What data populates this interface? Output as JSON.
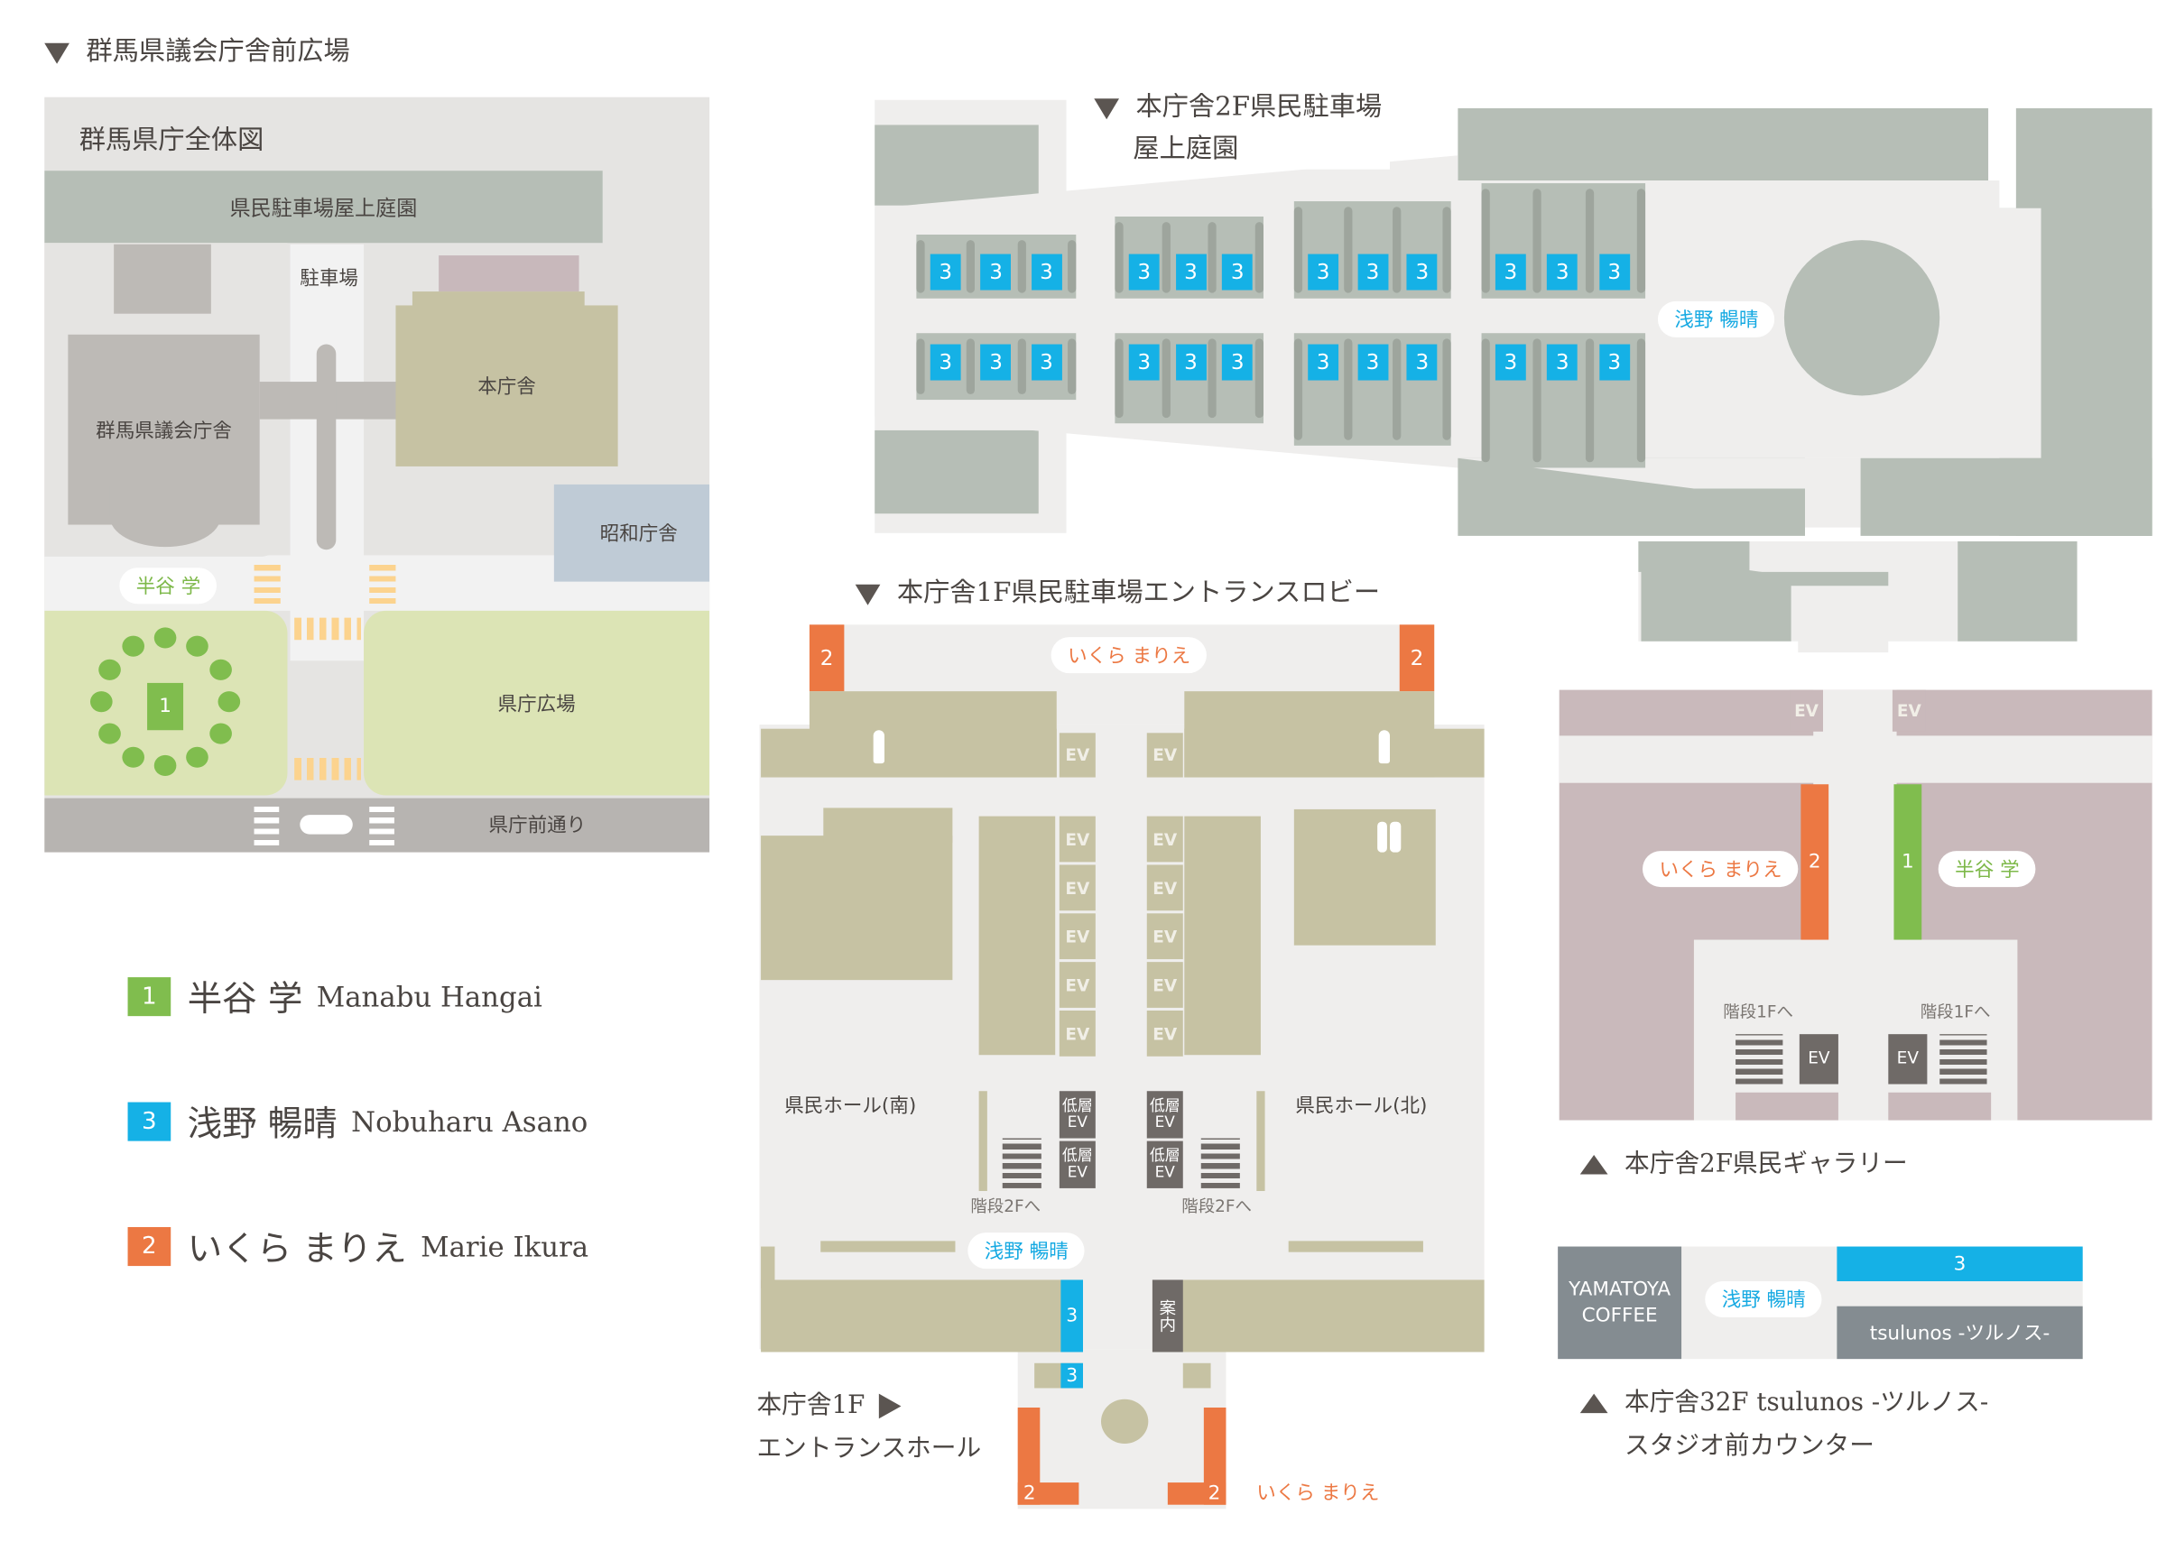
{
  "section_plaza": {
    "title": "群馬県議会庁舎前広場",
    "map_title": "群馬県庁全体図",
    "rooftop": "県民駐車場屋上庭園",
    "parking": "駐車場",
    "main_building": "本庁舎",
    "assembly": "群馬県議会庁舎",
    "showa": "昭和庁舎",
    "plaza": "県庁広場",
    "street": "県庁前通り",
    "artist_pill": "半谷 学",
    "marker": "1"
  },
  "legend": [
    {
      "number": "1",
      "name_ja": "半谷 学",
      "name_en": "Manabu Hangai",
      "color": "#80bd4e"
    },
    {
      "number": "3",
      "name_ja": "浅野 暢晴",
      "name_en": "Nobuharu Asano",
      "color": "#15b1e6"
    },
    {
      "number": "2",
      "name_ja": "いくら まりえ",
      "name_en": "Marie Ikura",
      "color": "#ec7843"
    }
  ],
  "section_roof": {
    "title_line1": "本庁舎2F県民駐車場",
    "title_line2": "屋上庭園",
    "artist_pill": "浅野 暢晴",
    "marker": "3"
  },
  "section_lobby": {
    "title": "本庁舎1F県民駐車場エントランスロビー",
    "artist_pill_top": "いくら まりえ",
    "artist_pill_mid": "浅野 暢晴",
    "artist_bottom": "いくら まりえ",
    "marker_2": "2",
    "marker_3": "3",
    "ev": "EV",
    "low_ev_1": "低層",
    "low_ev_2": "EV",
    "hall_south": "県民ホール(南)",
    "hall_north": "県民ホール(北)",
    "stairs": "階段2Fへ",
    "info": "案内",
    "entrance_line1": "本庁舎1F",
    "entrance_line2": "エントランスホール"
  },
  "section_gallery": {
    "title": "本庁舎2F県民ギャラリー",
    "ev": "EV",
    "marker_2": "2",
    "marker_1": "1",
    "pill_ikura": "いくら まりえ",
    "pill_hangai": "半谷 学",
    "stairs": "階段1Fへ"
  },
  "section_32f": {
    "title_line1": "本庁舎32F tsulunos -ツルノス-",
    "title_line2": "スタジオ前カウンター",
    "coffee_line1": "YAMATOYA",
    "coffee_line2": "COFFEE",
    "pill": "浅野 暢晴",
    "marker": "3",
    "tsulunos": "tsulunos -ツルノス-"
  }
}
